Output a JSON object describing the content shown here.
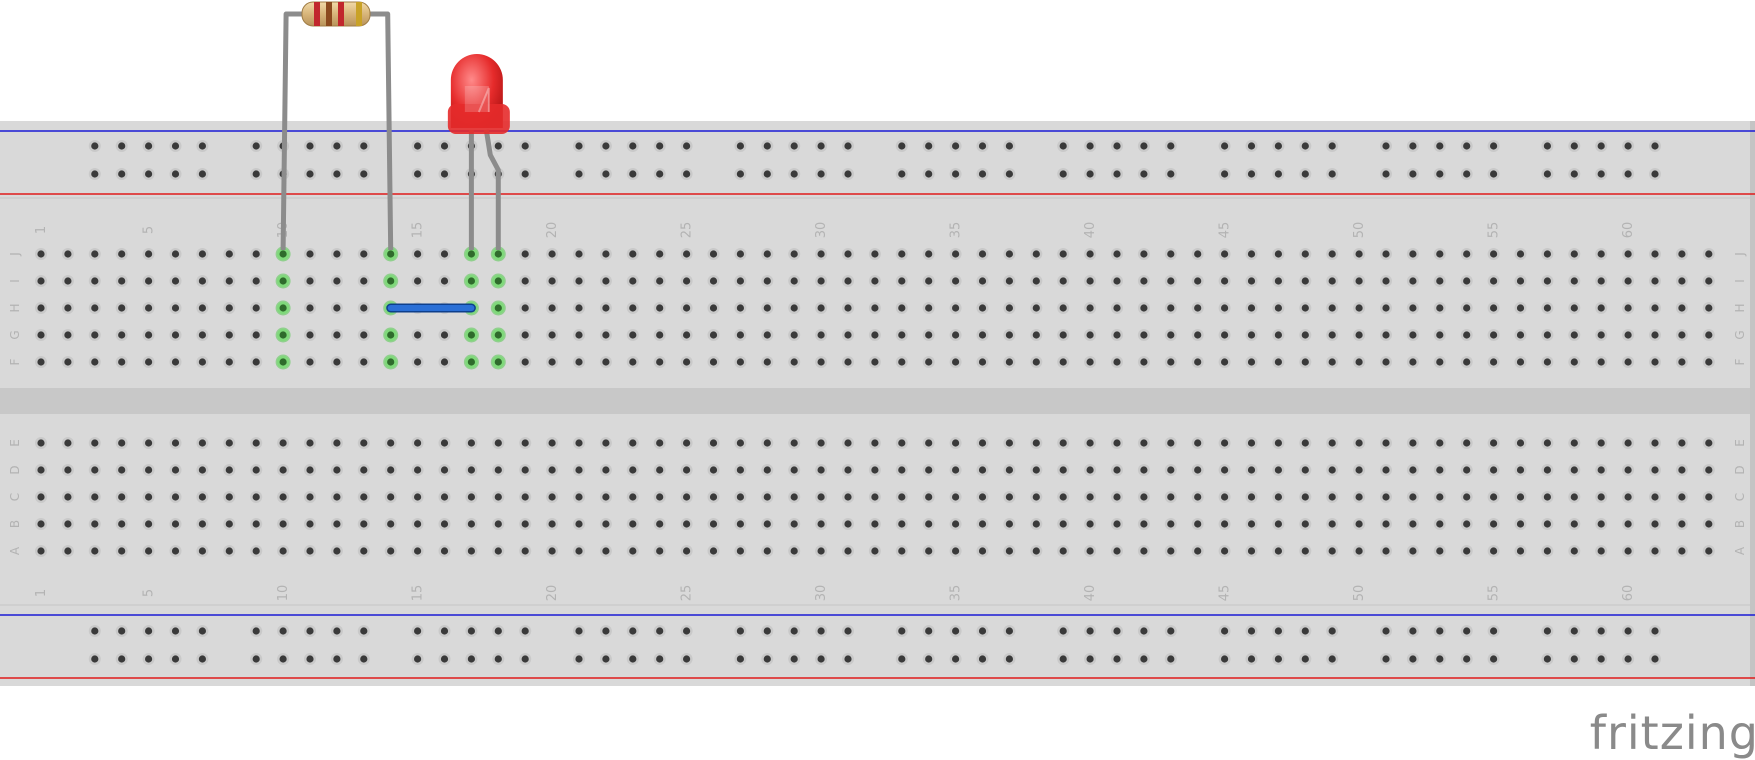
{
  "breadboard": {
    "columns": 63,
    "column_labels": [
      "1",
      "5",
      "10",
      "15",
      "20",
      "25",
      "30",
      "35",
      "40",
      "45",
      "50",
      "55",
      "60"
    ],
    "column_label_numbers": [
      1,
      5,
      10,
      15,
      20,
      25,
      30,
      35,
      40,
      45,
      50,
      55,
      60
    ],
    "top_rows": [
      "J",
      "I",
      "H",
      "G",
      "F"
    ],
    "bottom_rows": [
      "E",
      "D",
      "C",
      "B",
      "A"
    ],
    "rail_line_colors": {
      "negative": "#1a1ad6",
      "positive": "#e01a1a"
    },
    "highlight_color": "#53c94f",
    "highlighted_columns": [
      10,
      14,
      17,
      18
    ]
  },
  "components": {
    "resistor": {
      "leg_columns": [
        10,
        14
      ],
      "band_colors": [
        "#c1272d",
        "#8c4a1e",
        "#c1272d",
        "#c9a227"
      ]
    },
    "led": {
      "color": "#e62b2b",
      "leg_columns": [
        17,
        18
      ]
    },
    "jumper_wire": {
      "color": "#2a6fd6",
      "row": "H",
      "from_column": 14,
      "to_column": 17
    }
  },
  "brand": {
    "text": "fritzing"
  }
}
